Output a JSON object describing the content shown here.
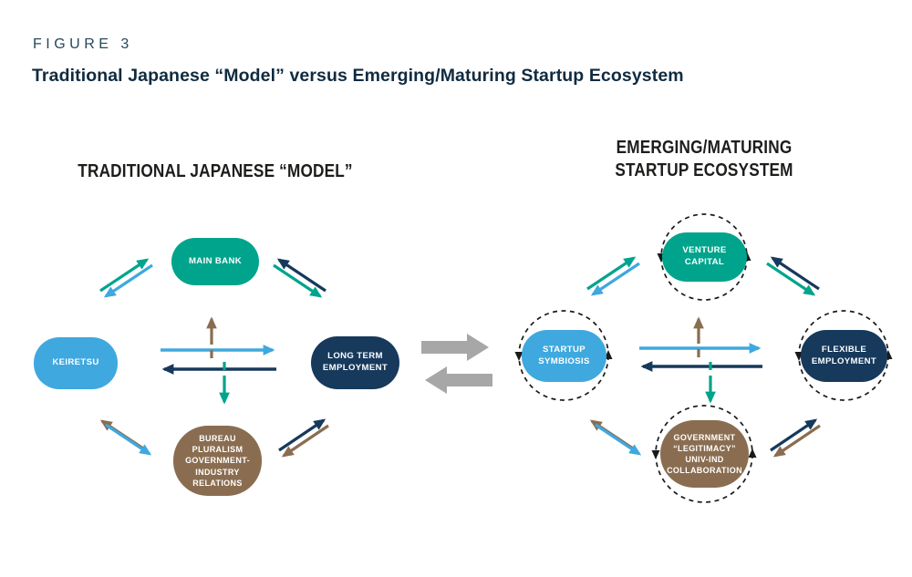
{
  "figure": {
    "label": "FIGURE 3",
    "title": "Traditional Japanese “Model” versus Emerging/Maturing Startup Ecosystem"
  },
  "colors": {
    "teal": "#00a48c",
    "blue": "#3fa8df",
    "navy": "#16395c",
    "brown": "#8a6d50",
    "gray": "#a7a7a7",
    "ink": "#1d1d1b",
    "label-navy": "#25485e",
    "title-navy": "#102b40",
    "cycle-black": "#1a1a1a"
  },
  "left_diagram": {
    "heading": "TRADITIONAL JAPANESE “MODEL”",
    "nodes": {
      "main_bank": "MAIN BANK",
      "keiretsu": "KEIRETSU",
      "long_term_employment": "LONG TERM\nEMPLOYMENT",
      "bureau_pluralism": "BUREAU\nPLURALISM\nGOVERNMENT-\nINDUSTRY\nRELATIONS"
    }
  },
  "right_diagram": {
    "heading": "EMERGING/MATURING\nSTARTUP ECOSYSTEM",
    "nodes": {
      "venture_capital": "VENTURE\nCAPITAL",
      "startup_symbiosis": "STARTUP\nSYMBIOSIS",
      "flexible_employment": "FLEXIBLE\nEMPLOYMENT",
      "government_legitimacy": "GOVERNMENT\n“LEGITIMACY”\nUNIV-IND\nCOLLABORATION"
    }
  }
}
